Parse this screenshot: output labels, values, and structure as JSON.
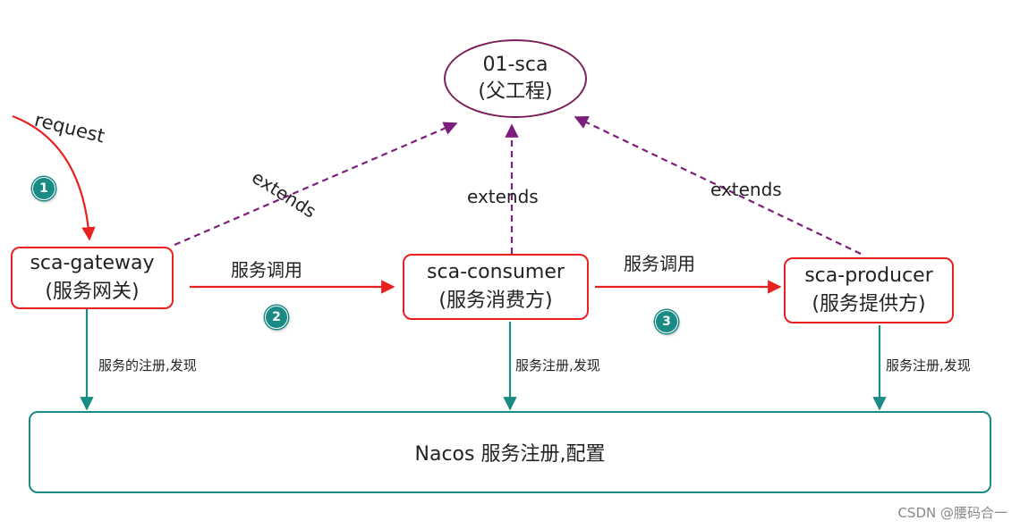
{
  "parent": {
    "line1": "01-sca",
    "line2": "(父工程)"
  },
  "gateway": {
    "line1": "sca-gateway",
    "line2": "(服务网关)"
  },
  "consumer": {
    "line1": "sca-consumer",
    "line2": "(服务消费方)"
  },
  "producer": {
    "line1": "sca-producer",
    "line2": "(服务提供方)"
  },
  "nacos": {
    "label": "Nacos 服务注册,配置"
  },
  "labels": {
    "request": "request",
    "extends_left": "extends",
    "extends_mid": "extends",
    "extends_right": "extends",
    "call1": "服务调用",
    "call2": "服务调用",
    "reg_gateway": "服务的注册,发现",
    "reg_consumer": "服务注册,发现",
    "reg_producer": "服务注册,发现"
  },
  "badges": [
    "1",
    "2",
    "3"
  ],
  "watermark": "CSDN @腰码合一",
  "colors": {
    "call_arrow": "#e8201f",
    "extends_arrow": "#7b1f7b",
    "register_arrow": "#1a8a84",
    "badge": "#1a8a84",
    "parent_border": "#7b1f57"
  }
}
